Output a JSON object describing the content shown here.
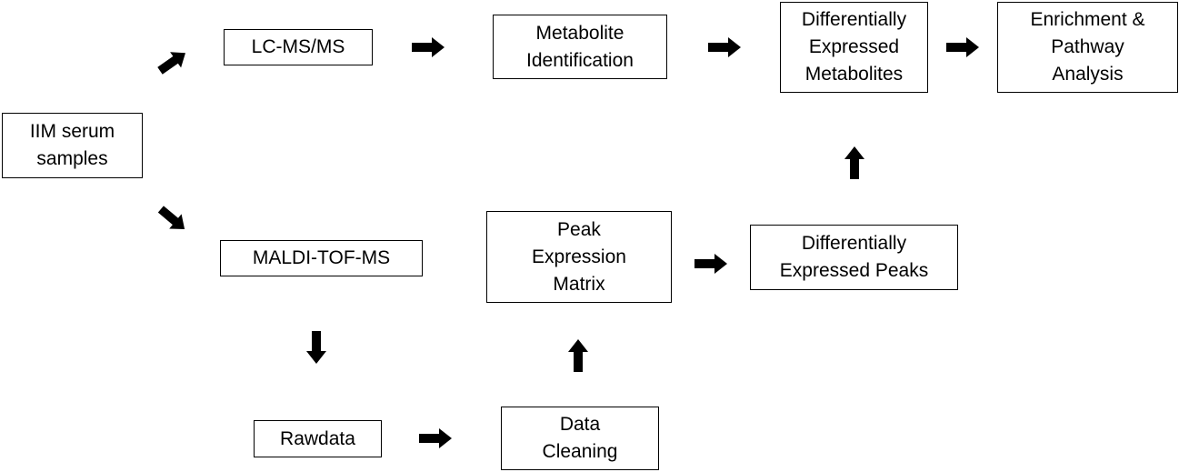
{
  "nodes": {
    "iim_serum": "IIM serum\nsamples",
    "lcms": "LC-MS/MS",
    "metabolite_id": "Metabolite\nIdentification",
    "diff_metabolites": "Differentially\nExpressed\nMetabolites",
    "enrichment": "Enrichment &\nPathway\nAnalysis",
    "maldi": "MALDI-TOF-MS",
    "peak_matrix": "Peak\nExpression\nMatrix",
    "diff_peaks": "Differentially\nExpressed Peaks",
    "rawdata": "Rawdata",
    "data_cleaning": "Data\nCleaning"
  },
  "colors": {
    "stroke": "#000000",
    "arrow_fill": "#000000",
    "box_fill": "#ffffff"
  },
  "arrow_icon": "block-arrow-icon"
}
